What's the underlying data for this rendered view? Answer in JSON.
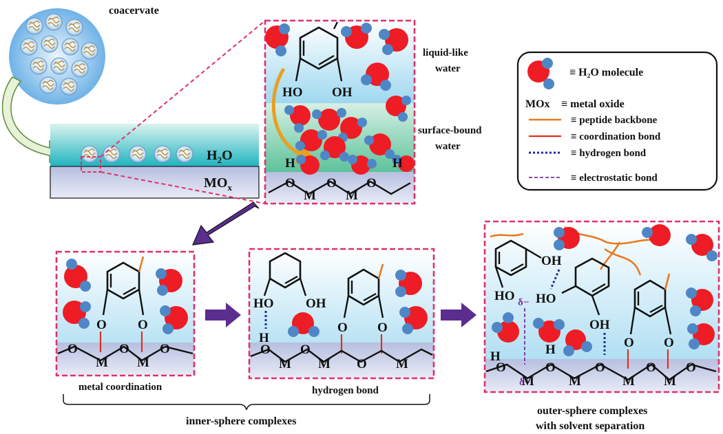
{
  "labels": {
    "coacervate": "coacervate",
    "liquid_water_1": "liquid-like",
    "liquid_water_2": "water",
    "surface_water_1": "surface-bound",
    "surface_water_2": "water",
    "h2o_h": "H",
    "h2o_sub": "2",
    "h2o_o": "O",
    "mox_m": "MO",
    "mox_sub": "x",
    "metal_coordination": "metal coordination",
    "hydrogen_bond": "hydrogen bond",
    "inner_sphere": "inner-sphere complexes",
    "outer_sphere_1": "outer-sphere complexes",
    "outer_sphere_2": "with solvent separation"
  },
  "legend": {
    "items": [
      {
        "symbol": "water-molecule",
        "text": "≡ H₂O molecule"
      },
      {
        "symbol": "MOx",
        "text": "≡ metal oxide"
      },
      {
        "symbol": "orange-line",
        "text": "≡ peptide backbone",
        "color": "#e87a1e"
      },
      {
        "symbol": "red-line",
        "text": "≡ coordination bond",
        "color": "#e03020"
      },
      {
        "symbol": "blue-dotted",
        "text": "≡ hydrogen bond",
        "color": "#1e2a9a"
      },
      {
        "symbol": "purple-dashed",
        "text": "≡ electrostatic bond",
        "color": "#7b2fa0"
      }
    ]
  },
  "atoms": {
    "O": "O",
    "M": "M",
    "H": "H",
    "HO": "HO",
    "OH": "OH",
    "dminus": "δ−",
    "dplus": "δ+"
  },
  "colors": {
    "oxygen": "#ee1c24",
    "hydrogen": "#4f86c6",
    "water_bg": "#bfe3f5",
    "surface_bg": "#c6cde6",
    "frame": "#e0306a",
    "arrow": "#5b2d8e"
  }
}
